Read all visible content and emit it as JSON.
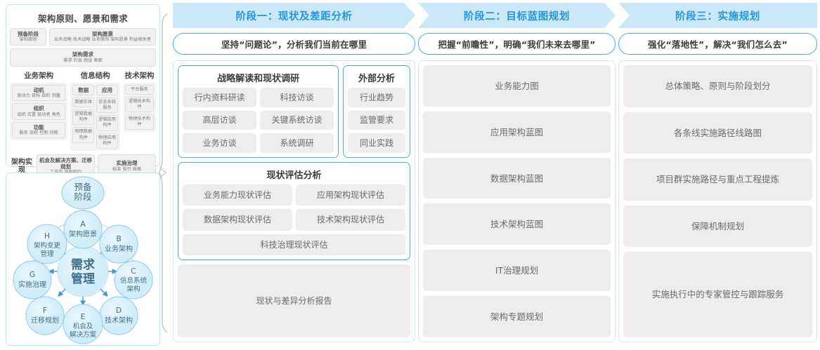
{
  "togaf": {
    "title": "架构原则、愿景和需求",
    "prep": {
      "heading": "预备阶段",
      "sub": "架构原则"
    },
    "vision": {
      "heading": "架构愿景",
      "sub": "业务战略 技术战略 业务原则 架构愿景 利益相关者"
    },
    "requirements": {
      "heading": "架构需求",
      "sub": "需求  约束  假设  差距"
    },
    "columns": [
      {
        "caption": "业务架构",
        "groups": [
          {
            "cells": [
              {
                "heading": "动机",
                "sub": "驱动力 目标 目的 测量"
              },
              {
                "heading": "组织",
                "sub": "组织 位置 驱动者 角色"
              },
              {
                "heading": "功能",
                "sub": "服务 流程 控制 功能"
              }
            ]
          }
        ]
      },
      {
        "caption": "信息结构",
        "groups": [
          {
            "cells": [
              {
                "heading": "数据",
                "sub": ""
              },
              {
                "heading": "",
                "sub": "数据实体"
              },
              {
                "heading": "",
                "sub": "逻辑数据构件"
              },
              {
                "heading": "",
                "sub": "物理数据构件"
              }
            ]
          },
          {
            "cells": [
              {
                "heading": "应用",
                "sub": ""
              },
              {
                "heading": "",
                "sub": "信息系统服务"
              },
              {
                "heading": "",
                "sub": "逻辑应用构件"
              },
              {
                "heading": "",
                "sub": "物理应用构件"
              }
            ]
          }
        ]
      },
      {
        "caption": "技术架构",
        "groups": [
          {
            "cells": [
              {
                "heading": "",
                "sub": "平台服务"
              },
              {
                "heading": "",
                "sub": "逻辑技术构件"
              },
              {
                "heading": "",
                "sub": "物理技术构件"
              }
            ]
          }
        ]
      }
    ],
    "bottom": {
      "label": "架构实现",
      "items": [
        {
          "heading": "机会及解决方案、迁移规划",
          "sub": "工作包  架构契约"
        },
        {
          "heading": "实施治理",
          "sub": "标准  指引  规格"
        }
      ]
    }
  },
  "adm": {
    "center": "需求管理",
    "prep": "预备阶段",
    "nodes": [
      {
        "letter": "A",
        "label": "架构愿景"
      },
      {
        "letter": "B",
        "label": "业务架构"
      },
      {
        "letter": "C",
        "label": "信息系统架构"
      },
      {
        "letter": "D",
        "label": "技术架构"
      },
      {
        "letter": "E",
        "label": "机会及解决方案"
      },
      {
        "letter": "F",
        "label": "迁移规划"
      },
      {
        "letter": "G",
        "label": "实施治理"
      },
      {
        "letter": "H",
        "label": "架构变更管理"
      }
    ]
  },
  "phases": [
    {
      "banner": "阶段一：现状及差距分析",
      "subtitle": "坚持“问题论”，分析我们当前在哪里",
      "strategy": {
        "title": "战略解读和现状调研",
        "items": [
          "行内资料研读",
          "科技访谈",
          "高层访谈",
          "关键系统访谈",
          "业务访谈",
          "系统调研"
        ]
      },
      "external": {
        "title": "外部分析",
        "items": [
          "行业趋势",
          "监管要求",
          "同业实践"
        ]
      },
      "assessment": {
        "title": "现状评估分析",
        "items": [
          "业务能力现状评估",
          "应用架构现状评估",
          "数据架构现状评估",
          "技术架构现状评估",
          "科技治理现状评估"
        ]
      },
      "report": "现状与差异分析报告"
    },
    {
      "banner": "阶段二：目标蓝图规划",
      "subtitle": "把握“前瞻性”，明确“我们未来去哪里”",
      "items": [
        "业务能力图",
        "应用架构蓝图",
        "数据架构蓝图",
        "技术架构蓝图",
        "IT治理规划",
        "架构专题规划"
      ]
    },
    {
      "banner": "阶段三：实施规划",
      "subtitle": "强化“落地性”，解决“我们怎么去”",
      "items": [
        "总体策略、原则与阶段划分",
        "各条线实施路径线路图",
        "项目群实施路径与重点工程提炼",
        "保障机制规划",
        "实施执行中的专家管控与跟踪服务"
      ]
    }
  ],
  "colors": {
    "banner_bg": "#cbe8f8",
    "banner_text": "#2496e0",
    "outline_blue": "#49b0e4",
    "pill_gray": "#ededed",
    "adm_blue": "#3d8fbe"
  }
}
